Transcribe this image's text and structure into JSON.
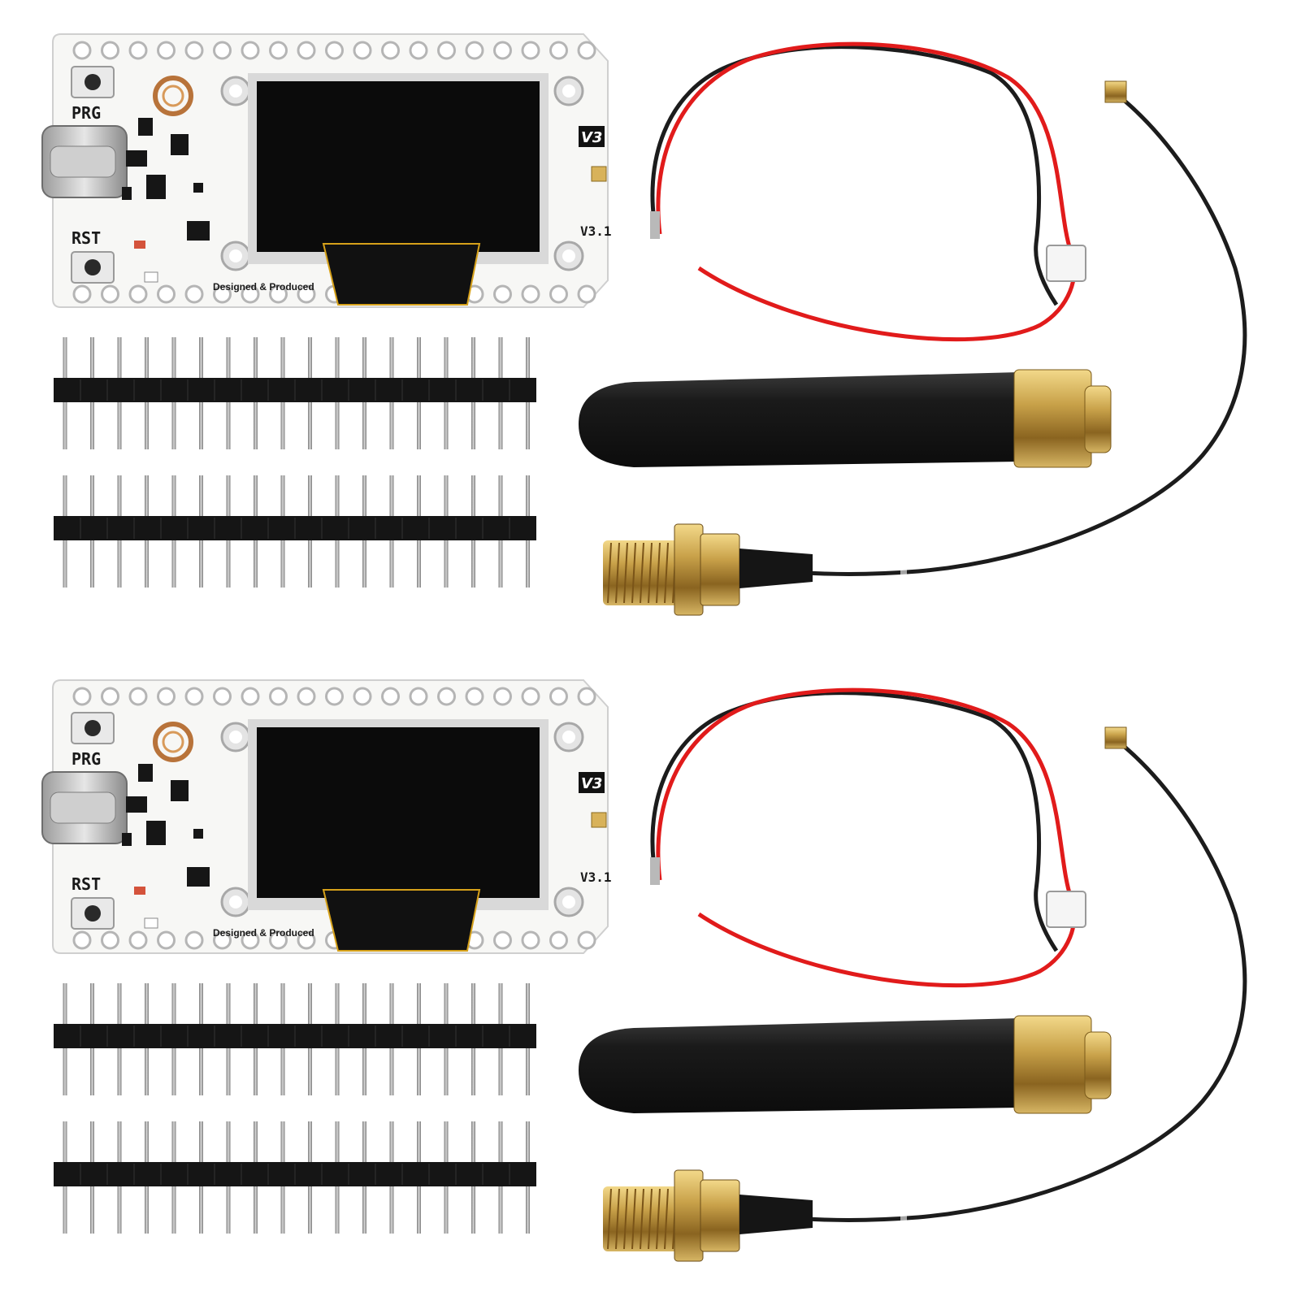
{
  "colors": {
    "board": "#f7f7f5",
    "oled": "#0b0b0b",
    "pin": "#9a9a9a",
    "header_plastic": "#151515",
    "wire_red": "#e11b1b",
    "wire_black": "#1c1c1c",
    "brass": "#c9a24a",
    "antenna": "#202020"
  },
  "kits": [
    {
      "board": {
        "prg_label": "PRG",
        "rst_label": "RST",
        "version_badge": "V3",
        "version_label": "V3.1",
        "footer_text": "Designed & Produced"
      }
    },
    {
      "board": {
        "prg_label": "PRG",
        "rst_label": "RST",
        "version_badge": "V3",
        "version_label": "V3.1",
        "footer_text": "Designed & Produced"
      }
    }
  ]
}
